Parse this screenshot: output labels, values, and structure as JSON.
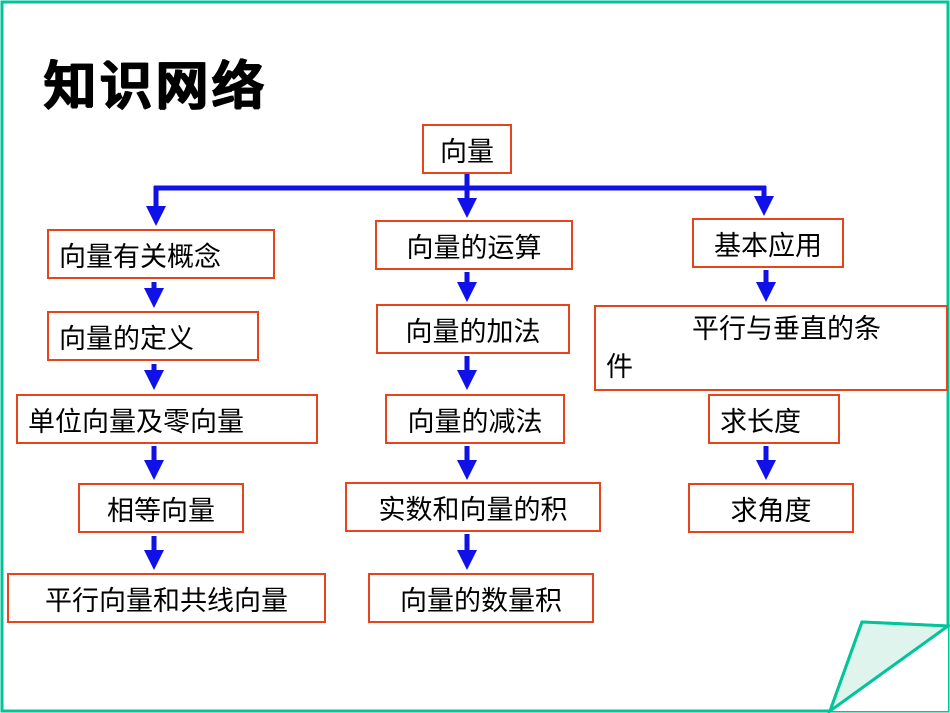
{
  "title": "知识网络",
  "root": "向量",
  "columns": [
    {
      "head": "向量有关概念",
      "items": [
        "向量的定义",
        "单位向量及零向量",
        "相等向量",
        "平行向量和共线向量"
      ]
    },
    {
      "head": "向量的运算",
      "items": [
        "向量的加法",
        "向量的减法",
        "实数和向量的积",
        "向量的数量积"
      ]
    },
    {
      "head": "基本应用",
      "items_line1": "平行与垂直的条",
      "items_line2": "件",
      "items": [
        "求长度",
        "求角度"
      ]
    }
  ],
  "colors": {
    "border_frame": "#00c49a",
    "box_border": "#e8441c",
    "arrow": "#1010e8"
  }
}
